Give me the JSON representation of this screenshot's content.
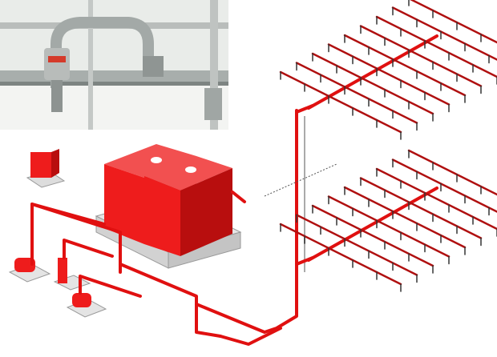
{
  "colors": {
    "pipe": "#e01010",
    "tank": "#ee1c1c",
    "tank_shade": "#b80e0e",
    "base": "#e6e6e6",
    "photo_bg": "#e9ece9",
    "metal": "#9aa0a0"
  },
  "diagram": {
    "components": [
      "sprinkler-photo",
      "water-tanks",
      "pumps",
      "control-panel",
      "riser",
      "upper-sprinkler-grid",
      "lower-sprinkler-grid"
    ]
  }
}
